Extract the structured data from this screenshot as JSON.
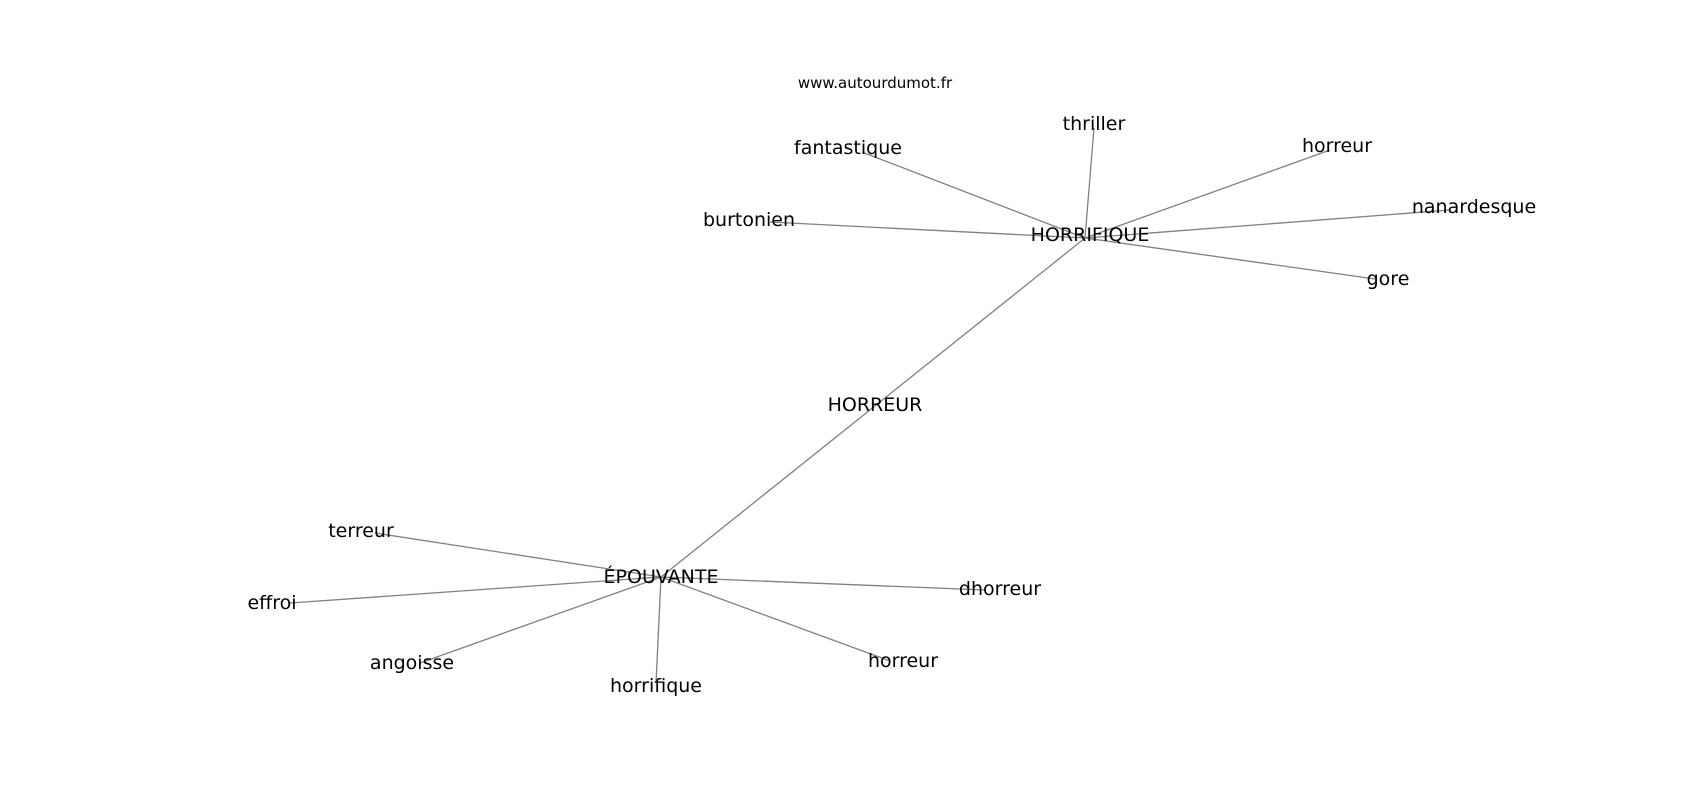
{
  "source": "www.autourdumot.fr",
  "nodes": [
    {
      "id": "horreur_center",
      "label": "HORREUR"
    },
    {
      "id": "horrifique_hub",
      "label": "HORRIFIQUE"
    },
    {
      "id": "epouvante_hub",
      "label": "ÉPOUVANTE"
    },
    {
      "id": "fantastique",
      "label": "fantastique"
    },
    {
      "id": "thriller",
      "label": "thriller"
    },
    {
      "id": "horreur_top",
      "label": "horreur"
    },
    {
      "id": "burtonien",
      "label": "burtonien"
    },
    {
      "id": "nanardesque",
      "label": "nanardesque"
    },
    {
      "id": "gore",
      "label": "gore"
    },
    {
      "id": "terreur",
      "label": "terreur"
    },
    {
      "id": "effroi",
      "label": "effroi"
    },
    {
      "id": "angoisse",
      "label": "angoisse"
    },
    {
      "id": "horrifique_leaf",
      "label": "horrifique"
    },
    {
      "id": "horreur_bottom",
      "label": "horreur"
    },
    {
      "id": "dhorreur",
      "label": "dhorreur"
    }
  ],
  "edges": [
    [
      "horrifique_hub",
      "epouvante_hub"
    ],
    [
      "horrifique_hub",
      "fantastique"
    ],
    [
      "horrifique_hub",
      "thriller"
    ],
    [
      "horrifique_hub",
      "horreur_top"
    ],
    [
      "horrifique_hub",
      "burtonien"
    ],
    [
      "horrifique_hub",
      "nanardesque"
    ],
    [
      "horrifique_hub",
      "gore"
    ],
    [
      "epouvante_hub",
      "terreur"
    ],
    [
      "epouvante_hub",
      "effroi"
    ],
    [
      "epouvante_hub",
      "angoisse"
    ],
    [
      "epouvante_hub",
      "horrifique_leaf"
    ],
    [
      "epouvante_hub",
      "horreur_bottom"
    ],
    [
      "epouvante_hub",
      "dhorreur"
    ]
  ]
}
